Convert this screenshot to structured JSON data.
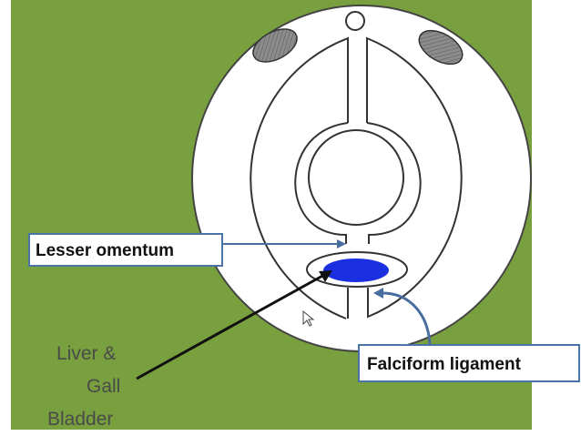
{
  "labels": {
    "lesser_omentum": "Lesser omentum",
    "falciform_ligament": "Falciform ligament",
    "liver_gall_bladder": [
      "Liver &",
      "Gall",
      "Bladder"
    ]
  },
  "colors": {
    "background": "#79a03f",
    "disc": "#ffffff",
    "outline": "#3a3a3a",
    "bile_duct": "#1a2fe0",
    "kidney": "#8c8c8c",
    "callout_border": "#4a73a8",
    "arrow_dark": "#111111",
    "arrow_blue": "#4a6da0"
  },
  "icons": {
    "pointer": "mouse-cursor-icon"
  }
}
